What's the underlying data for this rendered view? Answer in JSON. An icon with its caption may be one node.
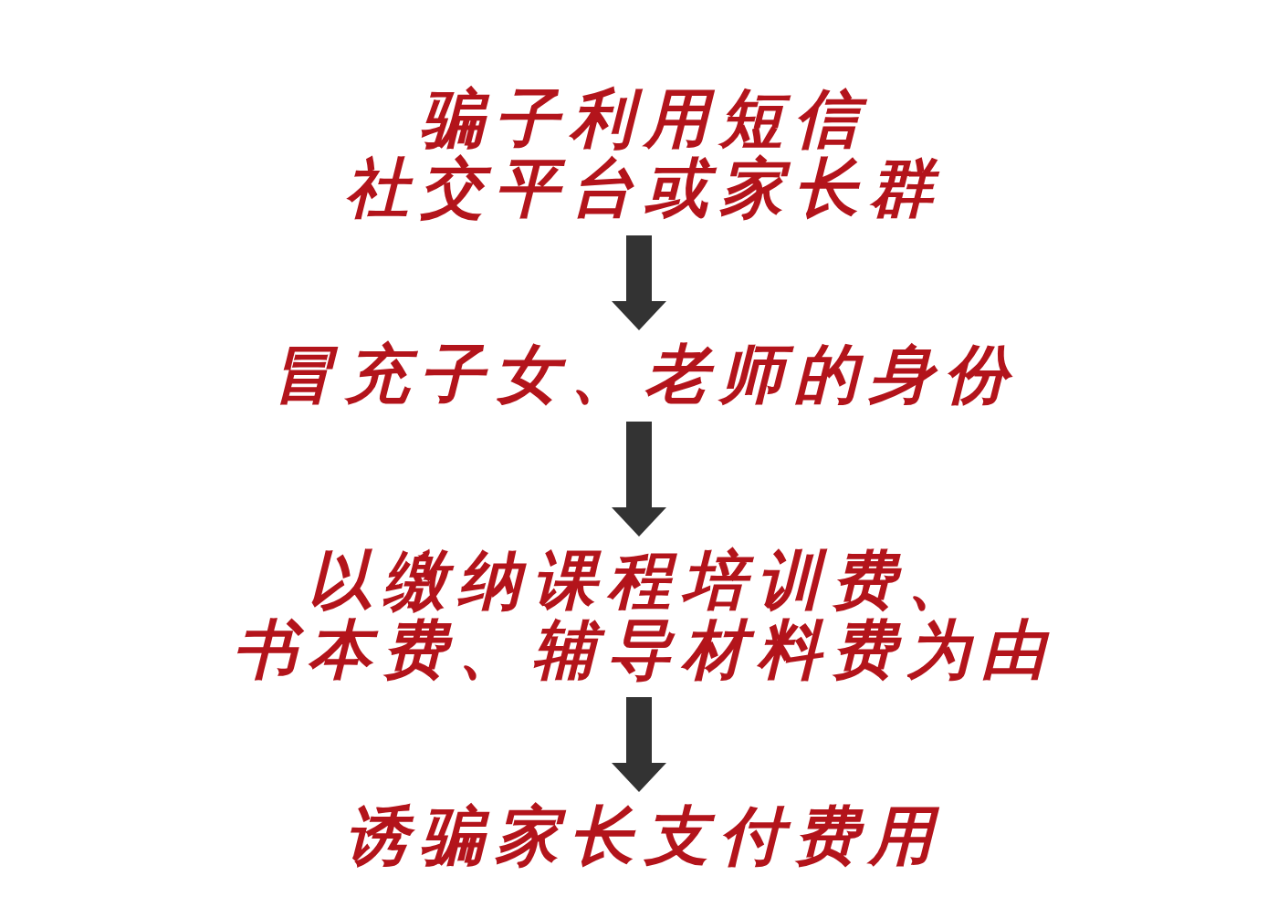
{
  "diagram": {
    "nodes": [
      {
        "text": [
          "骗子利用短信社交平台或家长群"
        ]
      },
      {
        "text": [
          "冒充子女、老师的身份"
        ]
      },
      {
        "text": [
          "以缴纳课程培训费、书本费、辅导材料费为由"
        ]
      },
      {
        "text": [
          "诱骗家长支付费用"
        ]
      }
    ],
    "edges": [
      {
        "from": 0,
        "to": 1,
        "arrow": "to"
      },
      {
        "from": 1,
        "to": 2,
        "arrow": "to"
      },
      {
        "from": 2,
        "to": 3,
        "arrow": "to"
      }
    ]
  }
}
